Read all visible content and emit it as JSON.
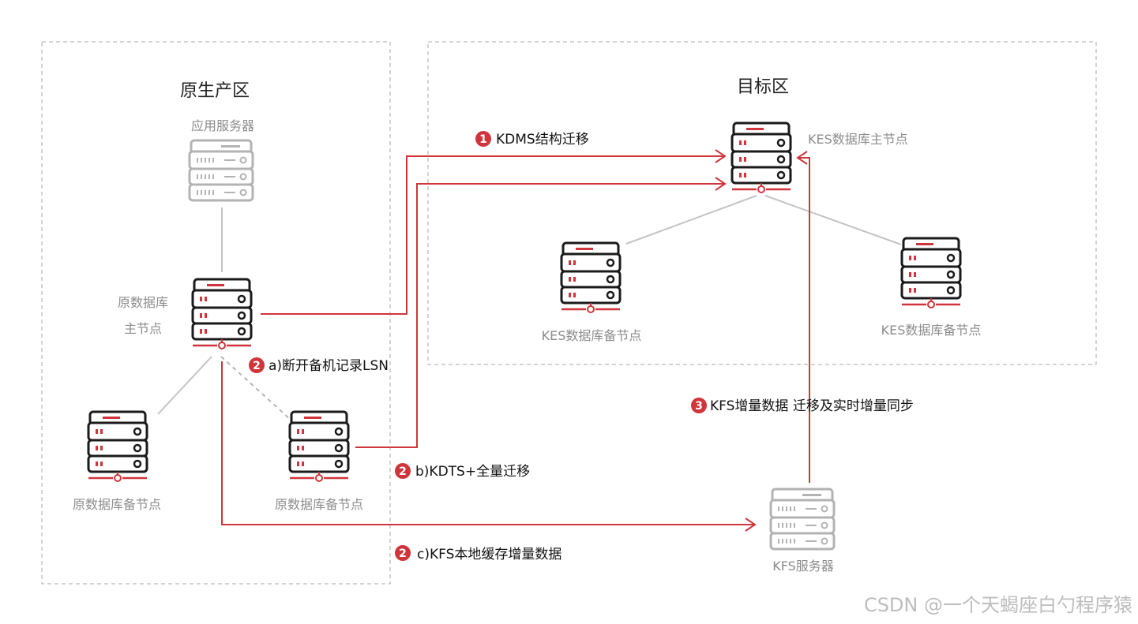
{
  "zones": {
    "source_title": "原生产区",
    "target_title": "目标区"
  },
  "nodes": {
    "app_server": "应用服务器",
    "src_primary_line1": "原数据库",
    "src_primary_line2": "主节点",
    "src_standby_left": "原数据库备节点",
    "src_standby_right": "原数据库备节点",
    "kes_primary": "KES数据库主节点",
    "kes_standby_left": "KES数据库备节点",
    "kes_standby_right": "KES数据库备节点",
    "kfs_server": "KFS服务器"
  },
  "steps": {
    "s1_num": "1",
    "s1_text": "KDMS结构迁移",
    "s2a_num": "2",
    "s2a_text": "a)断开备机记录LSN",
    "s2b_num": "2",
    "s2b_text": "b)KDTS+全量迁移",
    "s2c_num": "2",
    "s2c_text": "c)KFS本地缓存增量数据",
    "s3_num": "3",
    "s3_text": "KFS增量数据 迁移及实时增量同步"
  },
  "watermark": "CSDN @一个天蝎座白勺程序猿",
  "colors": {
    "accent_red": "#d0353b",
    "node_gray": "#b3b3b3",
    "node_dark": "#1a1a1a",
    "link_gray": "#c4c4c4",
    "zone_border": "#a9a9a9"
  },
  "icons": {
    "server": "server-rack-icon",
    "arrow": "arrowhead-icon"
  }
}
